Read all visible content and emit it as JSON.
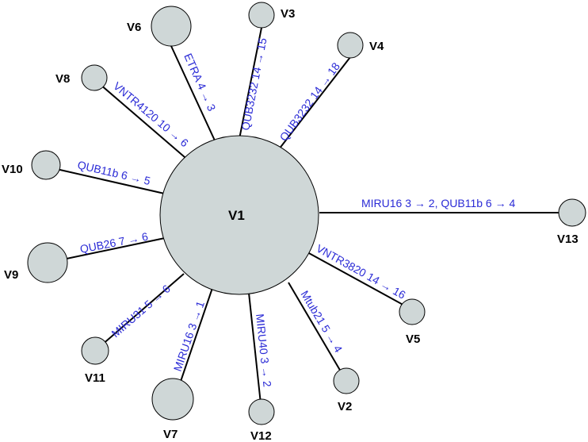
{
  "colors": {
    "node_fill": "#cfd7d7",
    "node_stroke": "#000000",
    "edge_stroke": "#000000",
    "edge_label": "#2b2bd6"
  },
  "center_node": {
    "id": "V1"
  },
  "nodes": [
    {
      "id": "V6",
      "edge_label": "ETRA 4 → 3"
    },
    {
      "id": "V3",
      "edge_label": "QUB3232 14 → 15"
    },
    {
      "id": "V4",
      "edge_label": "QUB3232 14 → 18"
    },
    {
      "id": "V8",
      "edge_label": "VNTR4120 10 → 6"
    },
    {
      "id": "V10",
      "edge_label": "QUB11b 6 → 5"
    },
    {
      "id": "V13",
      "edge_label": "MIRU16 3 → 2, QUB11b 6 → 4"
    },
    {
      "id": "V9",
      "edge_label": "QUB26 7 → 6"
    },
    {
      "id": "V5",
      "edge_label": "VNTR3820 14 → 16"
    },
    {
      "id": "V11",
      "edge_label": "MIRU31 5 → 6"
    },
    {
      "id": "V7",
      "edge_label": "MIRU16 3 → 1"
    },
    {
      "id": "V12",
      "edge_label": "MIRU40 3 → 2"
    },
    {
      "id": "V2",
      "edge_label": "Mtub21 5 → 4"
    }
  ]
}
